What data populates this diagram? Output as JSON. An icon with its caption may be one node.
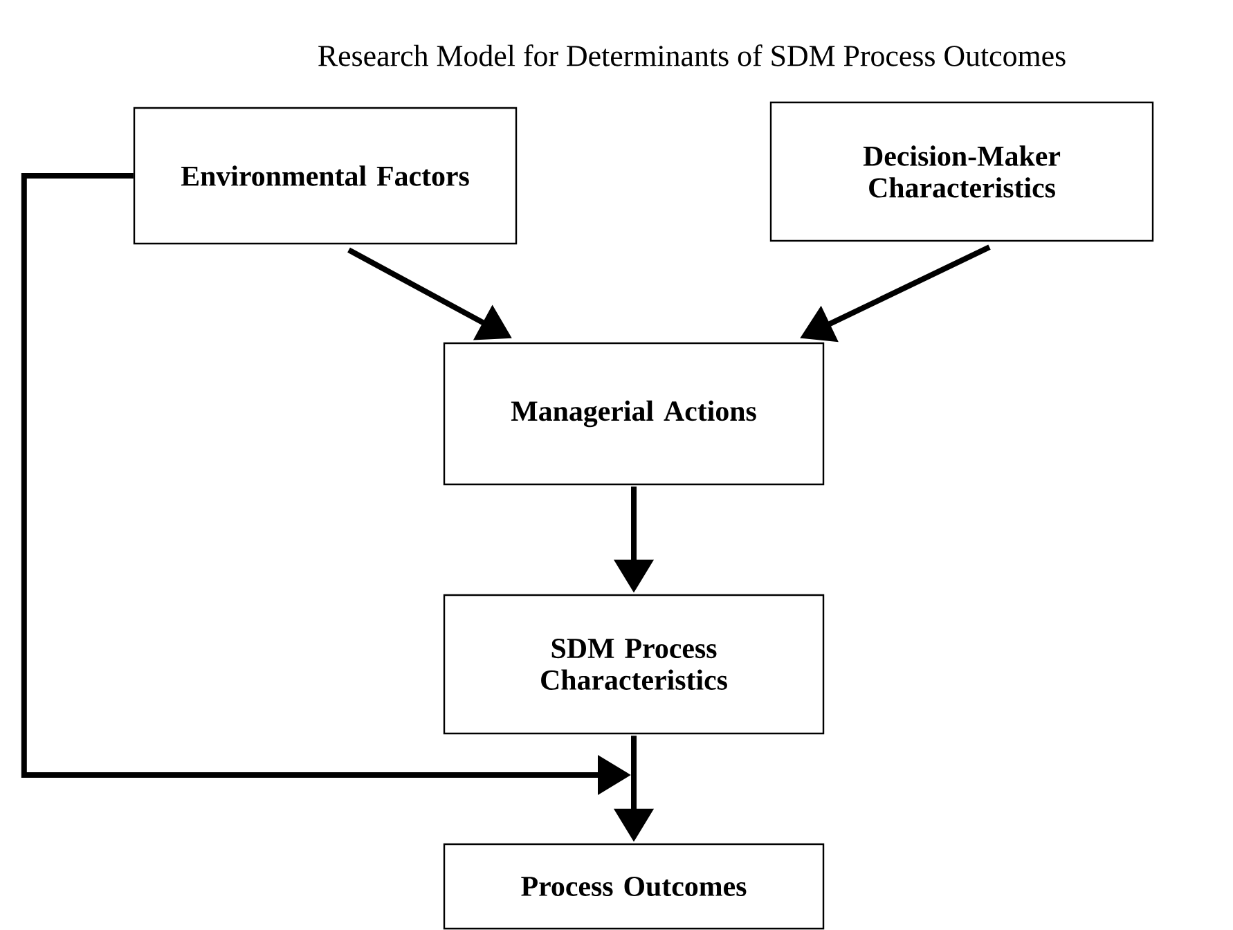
{
  "diagram": {
    "title": "Research Model for Determinants of SDM Process Outcomes",
    "nodes": [
      {
        "text": [
          "Environmental Factors"
        ]
      },
      {
        "text": [
          "Decision-Maker Characteristics"
        ]
      },
      {
        "text": [
          "Managerial Actions"
        ]
      },
      {
        "text": [
          "SDM Process Characteristics"
        ]
      },
      {
        "text": [
          "Process Outcomes"
        ]
      }
    ],
    "edges": [
      {
        "from": 0,
        "to": 2,
        "arrow": "to"
      },
      {
        "from": 1,
        "to": 2,
        "arrow": "to"
      },
      {
        "from": 2,
        "to": 3,
        "arrow": "to"
      },
      {
        "from": 3,
        "to": 4,
        "arrow": "to"
      },
      {
        "from": 0,
        "to": null,
        "arrow": "to"
      }
    ]
  }
}
